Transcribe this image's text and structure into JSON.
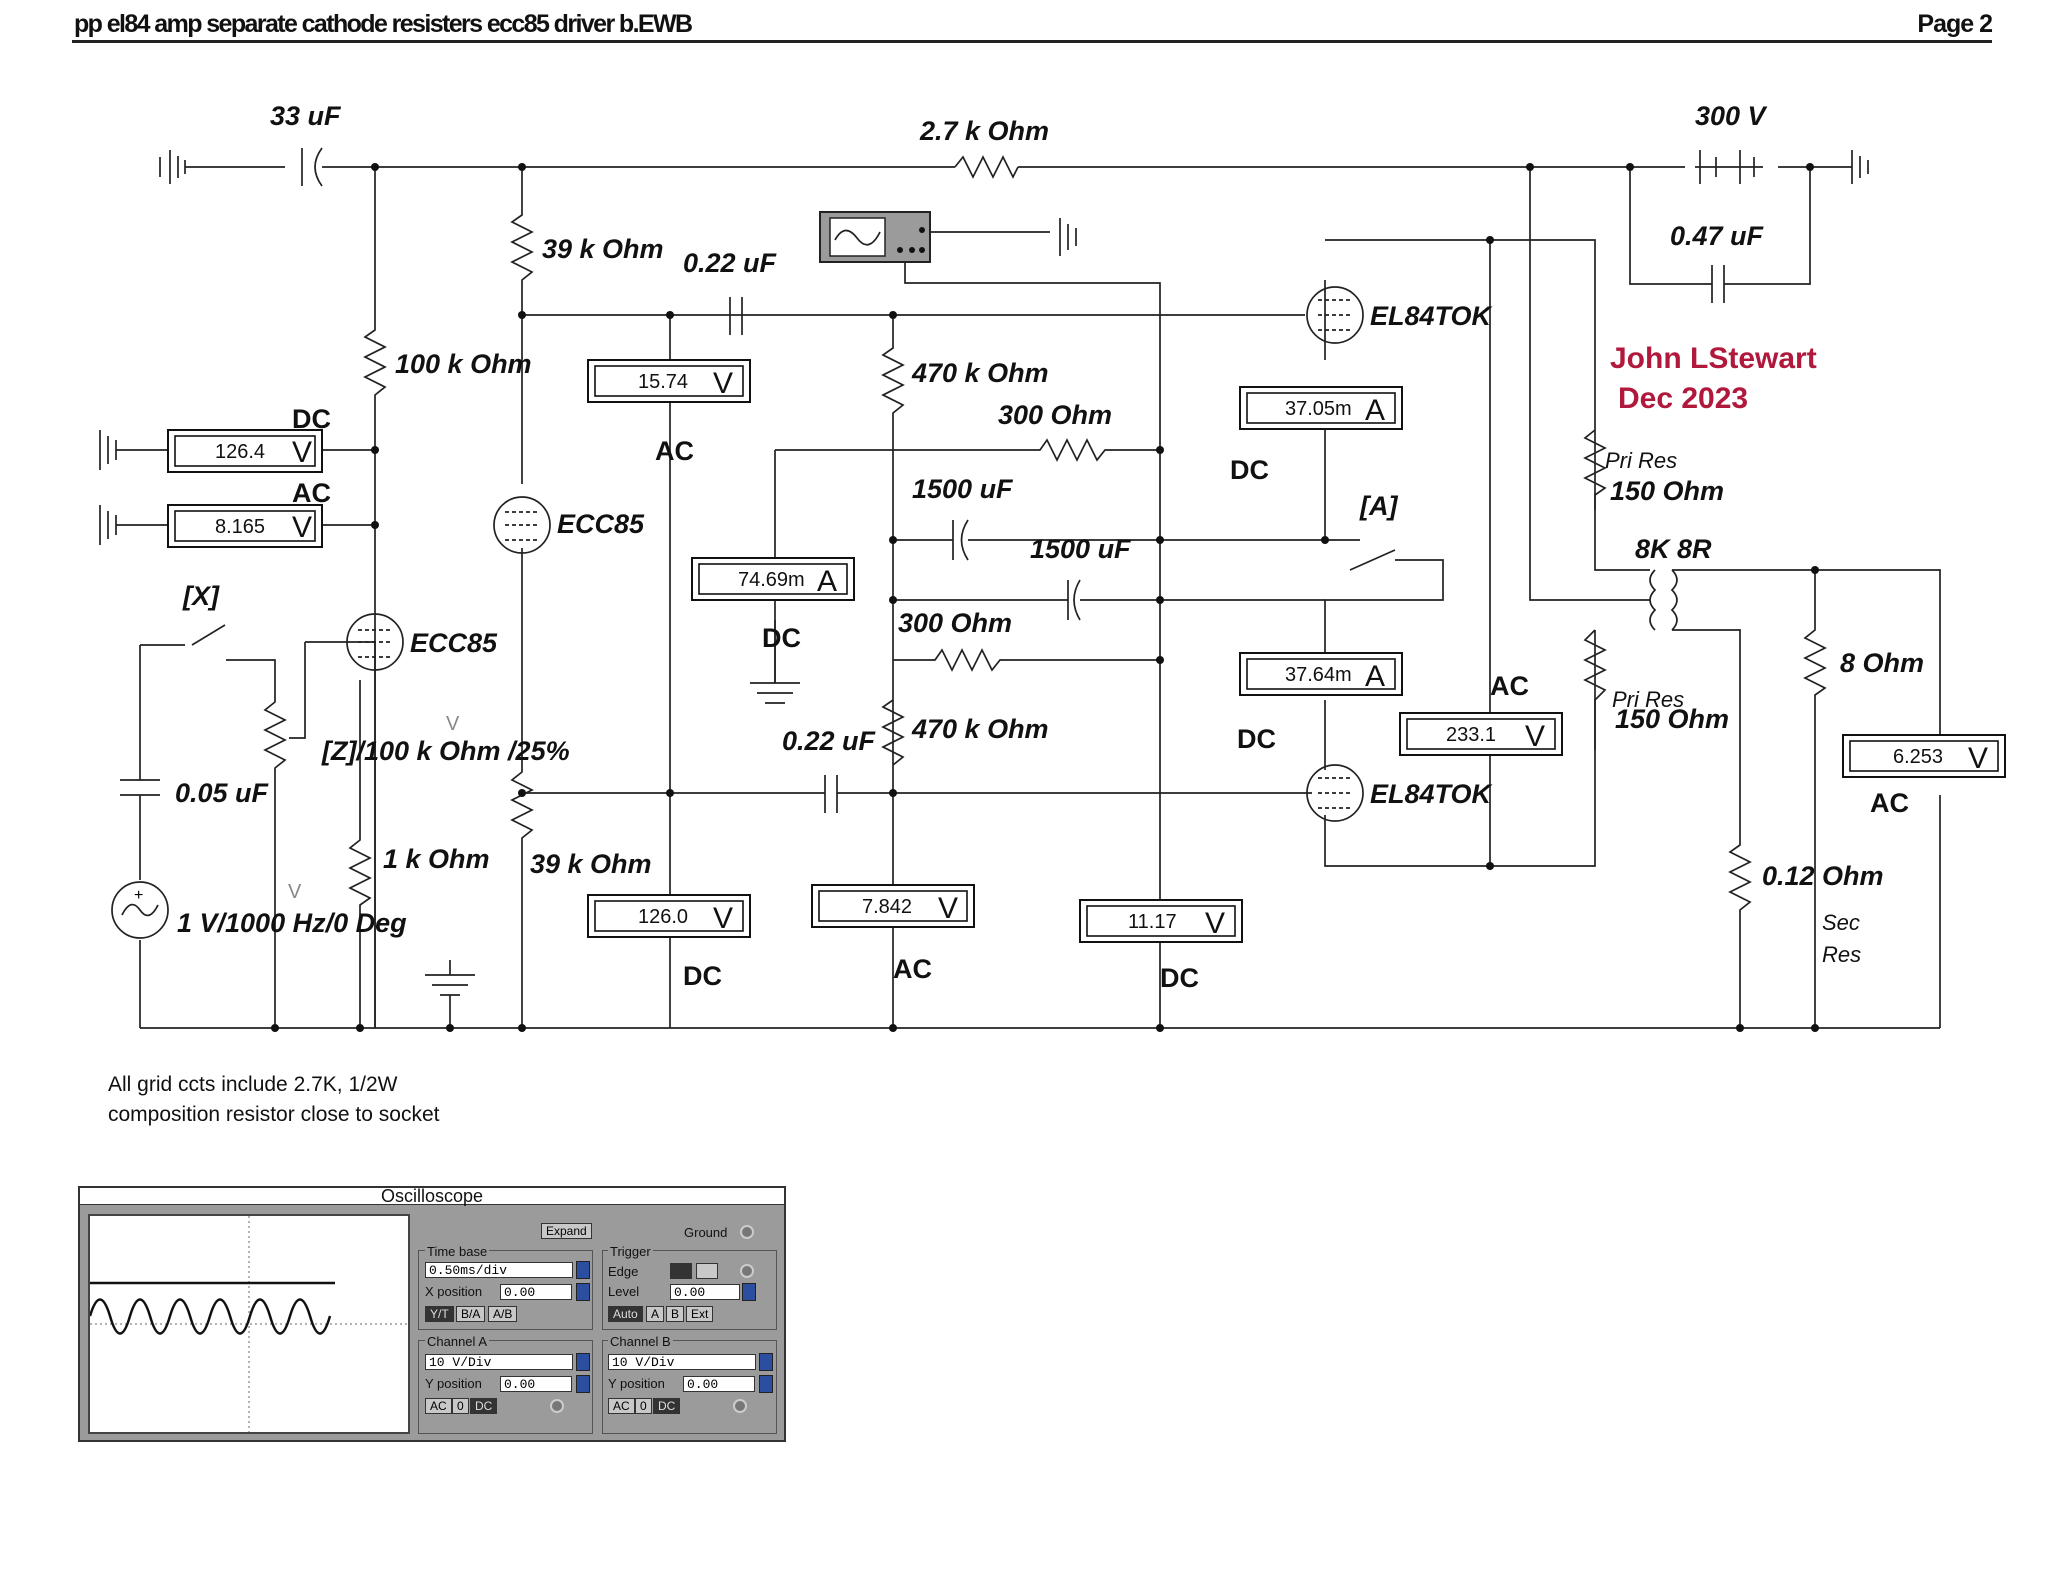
{
  "header": {
    "title": "pp el84 amp separate cathode resisters ecc85 driver b.EWB",
    "page": "Page 2"
  },
  "components": {
    "c_input": "33 uF",
    "r_27k": "2.7 k Ohm",
    "supply": "300 V",
    "c_047": "0.47 uF",
    "r_39k_top": "39 k Ohm",
    "c_022_top": "0.22 uF",
    "r_100k": "100 k Ohm",
    "r_470k_top": "470 k Ohm",
    "r_300_top": "300  Ohm",
    "c_1500_a": "1500 uF",
    "c_1500_b": "1500 uF",
    "r_300_bot": "300  Ohm",
    "r_470k_bot": "470 k Ohm",
    "c_022_bot": "0.22 uF",
    "ecc85_a": "ECC85",
    "ecc85_b": "ECC85",
    "el84_top": "EL84TOK",
    "el84_bot": "EL84TOK",
    "switch_x": "[X]",
    "switch_a": "[A]",
    "pot": "[Z]/100 k Ohm /25%",
    "c_005": "0.05 uF",
    "source": "1 V/1000 Hz/0 Deg",
    "r_1k": "1 k Ohm",
    "r_39k_bot": "39 k Ohm",
    "pri_res_top_a": "Pri Res",
    "pri_res_top_b": "150  Ohm",
    "transformer": "8K 8R",
    "pri_res_bot_a": "Pri Res",
    "pri_res_bot_b": "150  Ohm",
    "r_8": "8  Ohm",
    "r_012": "0.12  Ohm",
    "sec_res_a": "Sec",
    "sec_res_b": "Res",
    "v_mark_a": "V",
    "v_mark_b": "V"
  },
  "author": {
    "name": "John LStewart",
    "date": "Dec 2023"
  },
  "meters": [
    {
      "id": "m1",
      "value": "126.4",
      "unit": "V",
      "mode": "DC"
    },
    {
      "id": "m2",
      "value": "8.165",
      "unit": "V",
      "mode": "AC"
    },
    {
      "id": "m3",
      "value": "15.74",
      "unit": "V",
      "mode": "AC"
    },
    {
      "id": "m4",
      "value": "74.69m",
      "unit": "A",
      "mode": "DC"
    },
    {
      "id": "m5",
      "value": "37.05m",
      "unit": "A",
      "mode": "DC"
    },
    {
      "id": "m6",
      "value": "37.64m",
      "unit": "A",
      "mode": "DC"
    },
    {
      "id": "m7",
      "value": "233.1",
      "unit": "V",
      "mode": "AC"
    },
    {
      "id": "m8",
      "value": "6.253",
      "unit": "V",
      "mode": "AC"
    },
    {
      "id": "m9",
      "value": "126.0",
      "unit": "V",
      "mode": "DC"
    },
    {
      "id": "m10",
      "value": "7.842",
      "unit": "V",
      "mode": "AC"
    },
    {
      "id": "m11",
      "value": "11.17",
      "unit": "V",
      "mode": "DC"
    }
  ],
  "note": {
    "line1": "All grid ccts include 2.7K, 1/2W",
    "line2": "composition  resistor close to socket"
  },
  "oscilloscope": {
    "title": "Oscilloscope",
    "expand": "Expand",
    "ground": "Ground",
    "timebase_label": "Time base",
    "timebase_value": "0.50ms/div",
    "xpos_label": "X position",
    "xpos_value": "0.00",
    "mode_buttons": [
      "Y/T",
      "B/A",
      "A/B"
    ],
    "trigger_label": "Trigger",
    "edge_label": "Edge",
    "level_label": "Level",
    "level_value": "0.00",
    "trig_buttons": [
      "Auto",
      "A",
      "B",
      "Ext"
    ],
    "cha_label": "Channel A",
    "cha_value": "10  V/Div",
    "cha_ypos_label": "Y position",
    "cha_ypos_value": "0.00",
    "chb_label": "Channel B",
    "chb_value": "10  V/Div",
    "chb_ypos_label": "Y position",
    "chb_ypos_value": "0.00",
    "coupling": [
      "AC",
      "0",
      "DC"
    ]
  }
}
